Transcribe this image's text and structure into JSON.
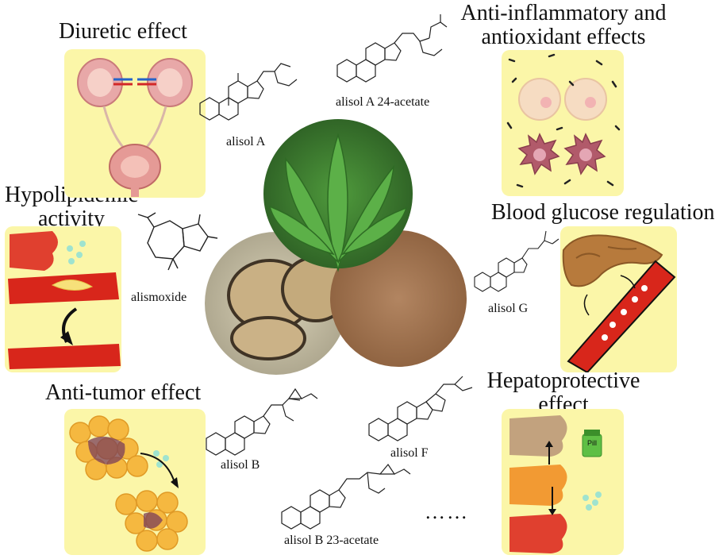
{
  "effects": {
    "diuretic": "Diuretic effect",
    "anti_inflammatory_line1": "Anti-inflammatory and",
    "anti_inflammatory_line2": "antioxidant effects",
    "hypolipidemic_line1": "Hypolipidemic",
    "hypolipidemic_line2": "activity",
    "blood_glucose": "Blood glucose regulation",
    "anti_tumor": "Anti-tumor effect",
    "hepatoprotective_line1": "Hepatoprotective",
    "hepatoprotective_line2": "effect"
  },
  "compounds": {
    "alisol_a": "alisol A",
    "alisol_a_24_acetate": "alisol A 24-acetate",
    "alismoxide": "alismoxide",
    "alisol_g": "alisol G",
    "alisol_b": "alisol B",
    "alisol_f": "alisol F",
    "alisol_b_23_acetate": "alisol B 23-acetate"
  },
  "more": "……",
  "pill_label": "Pill",
  "colors": {
    "panel_yellow": "#fbf6a8",
    "liver_red": "#e0402f",
    "vessel_red": "#d8261b",
    "cell_orange": "#f5b840",
    "powder_brown": "#9c6b44",
    "leaf_green": "#3d8a2f"
  }
}
